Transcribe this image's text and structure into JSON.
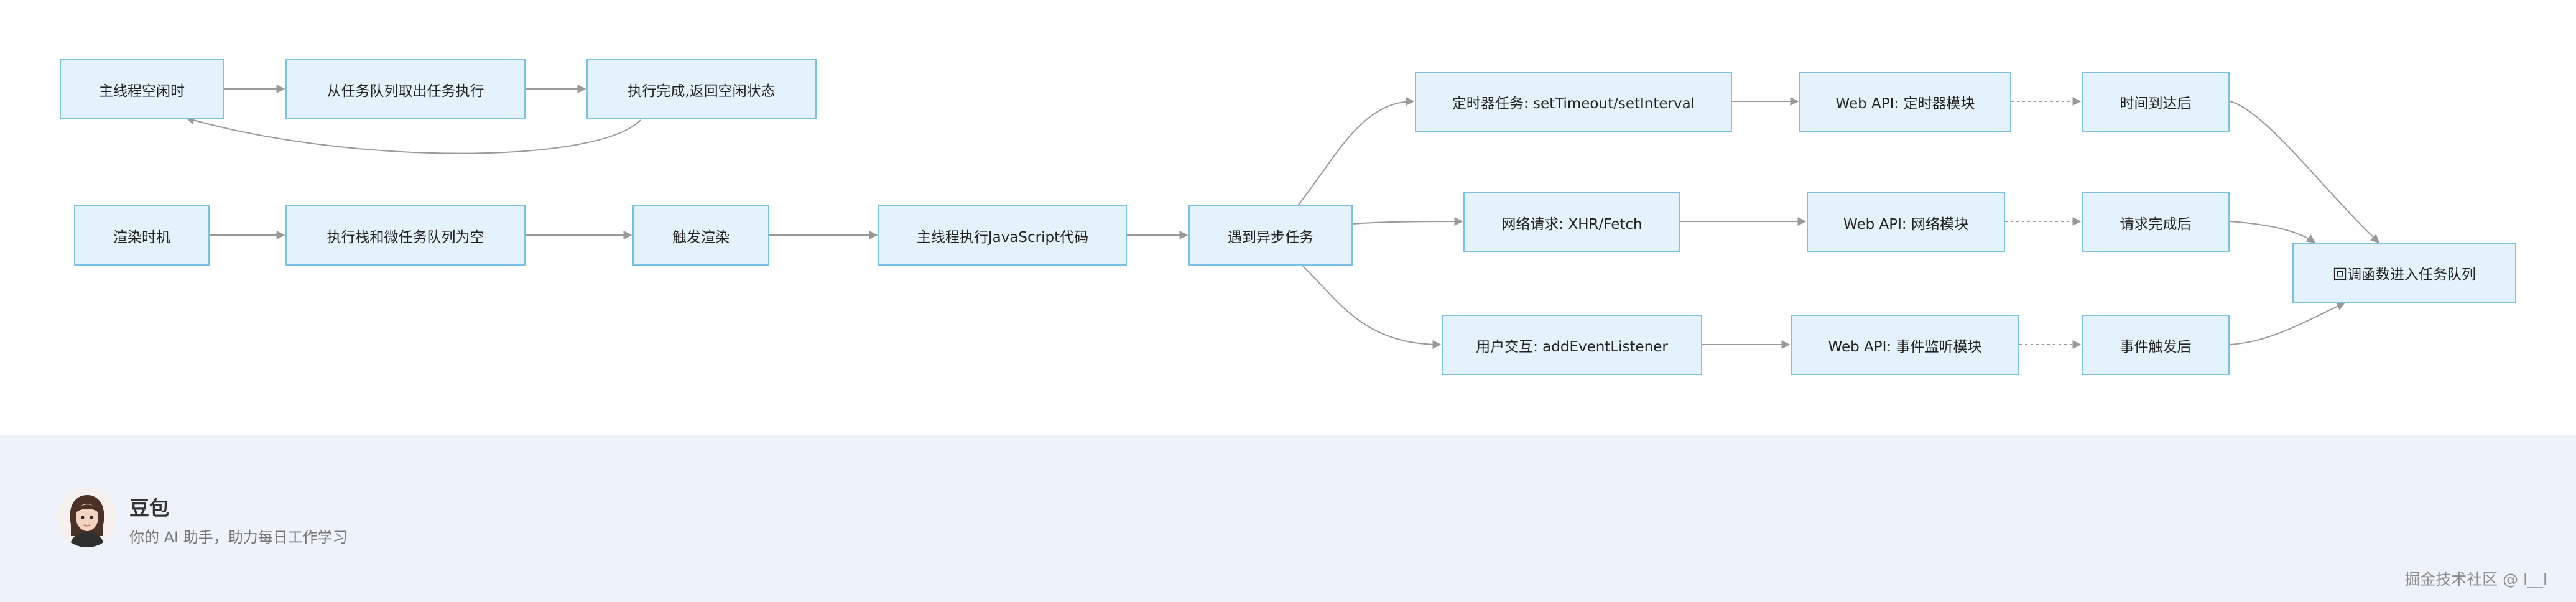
{
  "nodes": {
    "idle": "主线程空闲时",
    "take_task": "从任务队列取出任务执行",
    "done_idle": "执行完成,返回空闲状态",
    "render_timing": "渲染时机",
    "stacks_empty": "执行栈和微任务队列为空",
    "trigger_render": "触发渲染",
    "main_js": "主线程执行JavaScript代码",
    "async_task": "遇到异步任务",
    "timer_task": "定时器任务: setTimeout/setInterval",
    "timer_api": "Web API: 定时器模块",
    "time_reached": "时间到达后",
    "network_task": "网络请求: XHR/Fetch",
    "network_api": "Web API: 网络模块",
    "request_done": "请求完成后",
    "user_task": "用户交互: addEventListener",
    "event_api": "Web API: 事件监听模块",
    "event_fired": "事件触发后",
    "callback_queue": "回调函数进入任务队列"
  },
  "footer": {
    "name": "豆包",
    "tagline": "你的 AI 助手，助力每日工作学习",
    "watermark": "掘金技术社区 @ l__l"
  },
  "colors": {
    "node_fill": "#e4f3fb",
    "node_border": "#7cc0e6",
    "edge": "#999999",
    "footer_bg": "#eef3fb"
  }
}
